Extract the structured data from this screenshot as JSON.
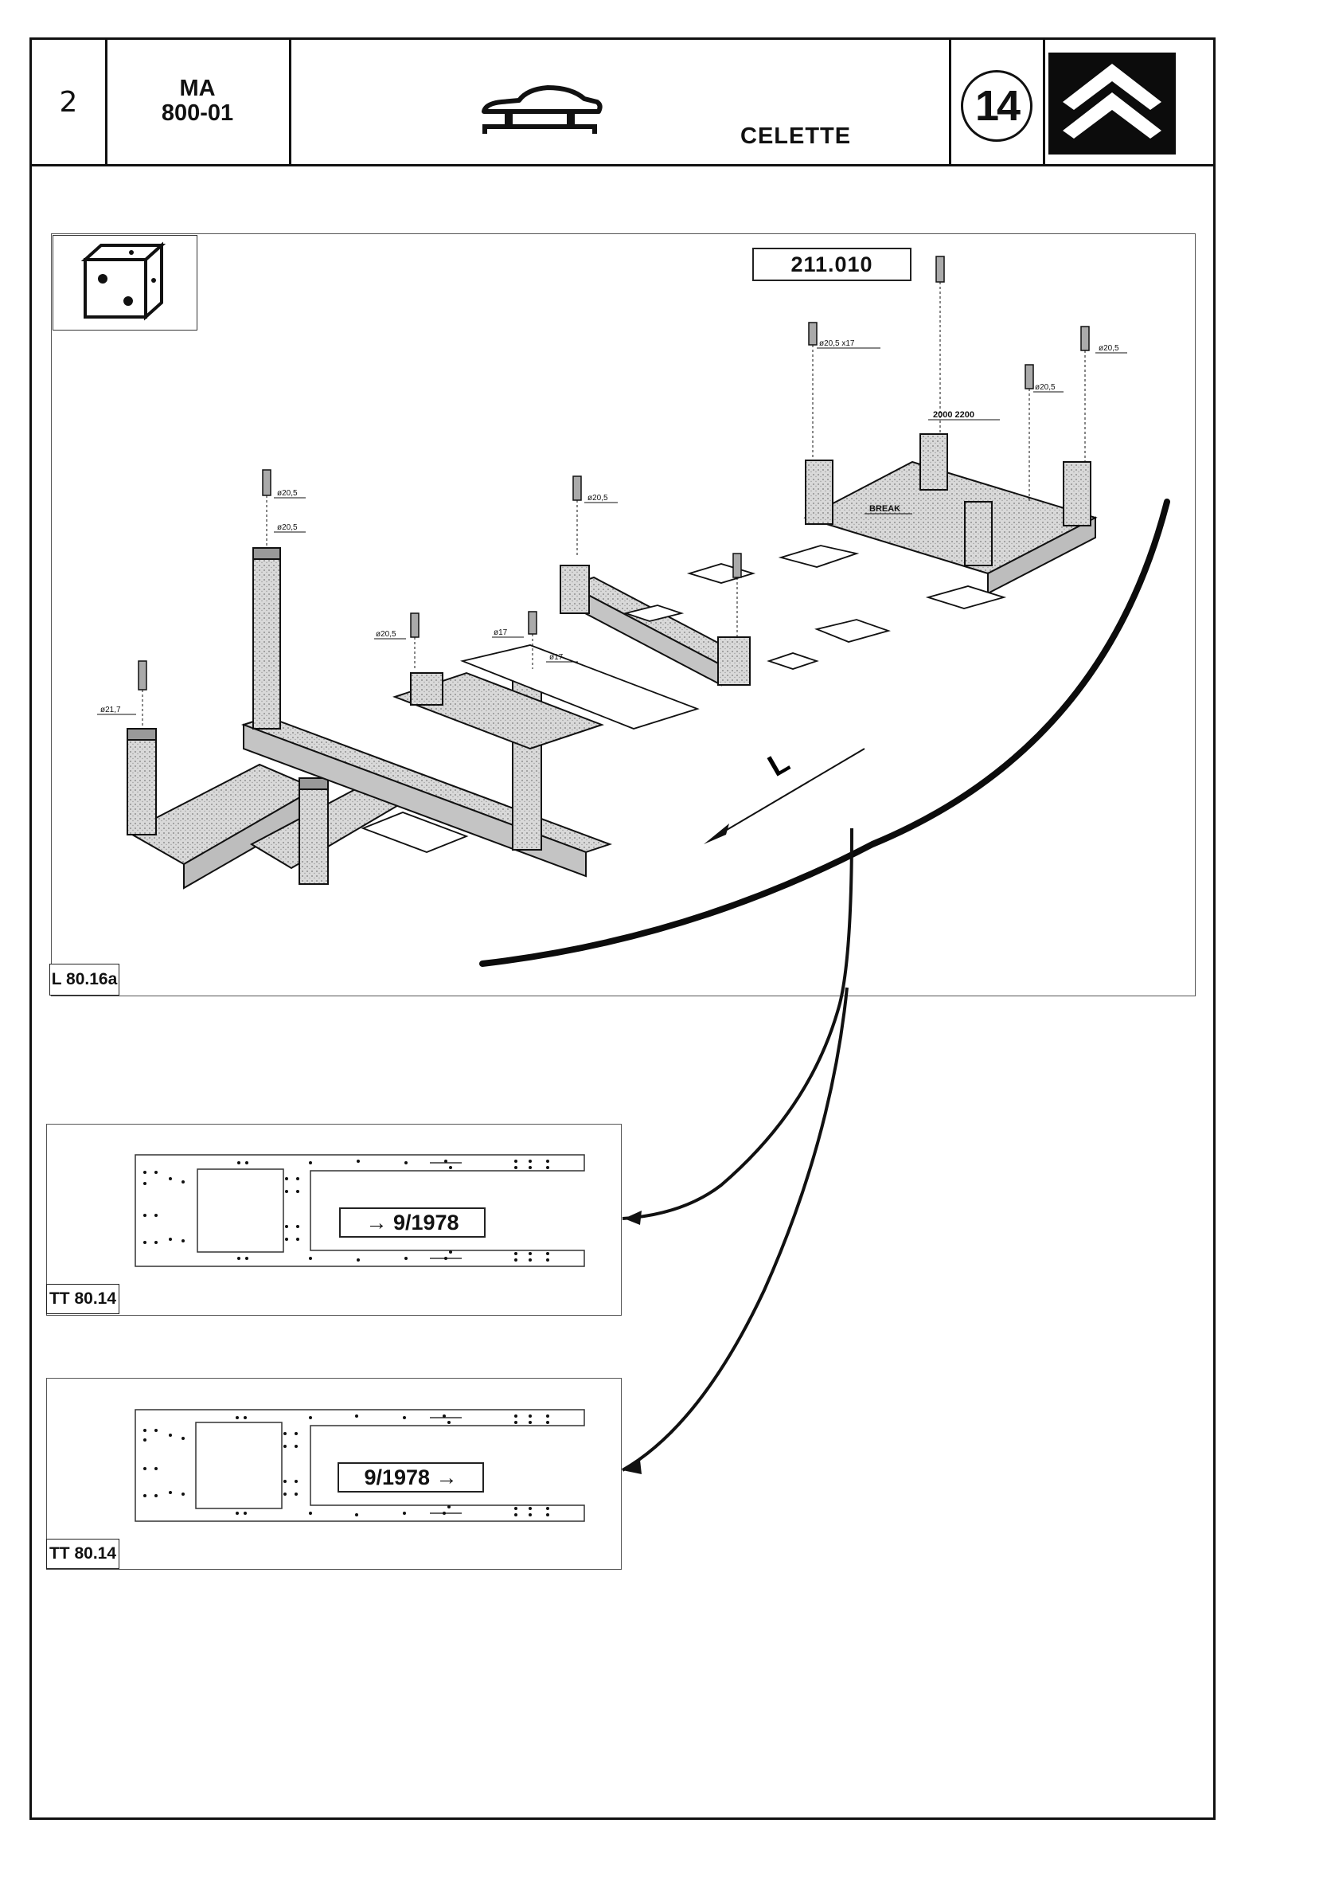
{
  "header": {
    "page_number": "2",
    "model_line1": "MA",
    "model_line2": "800-01",
    "brand_name": "CELETTE",
    "badge_number": "14",
    "car_icon": "car-on-lift-icon",
    "logo": "citroen-double-chevron-logo"
  },
  "main_figure": {
    "reference": "211.010",
    "figure_tag": "L 80.16a",
    "die_icon": "die-cube-icon",
    "direction_label": "L",
    "callouts": {
      "d205": "ø20,5",
      "d205x17": "ø20,5 x17",
      "d217": "ø21,7",
      "d17": "ø17",
      "dims": "2000  2200",
      "brk": "BREAK"
    }
  },
  "variants": [
    {
      "tag": "TT 80.14",
      "date": "→ 9/1978"
    },
    {
      "tag": "TT 80.14",
      "date": "9/1978 →"
    }
  ]
}
